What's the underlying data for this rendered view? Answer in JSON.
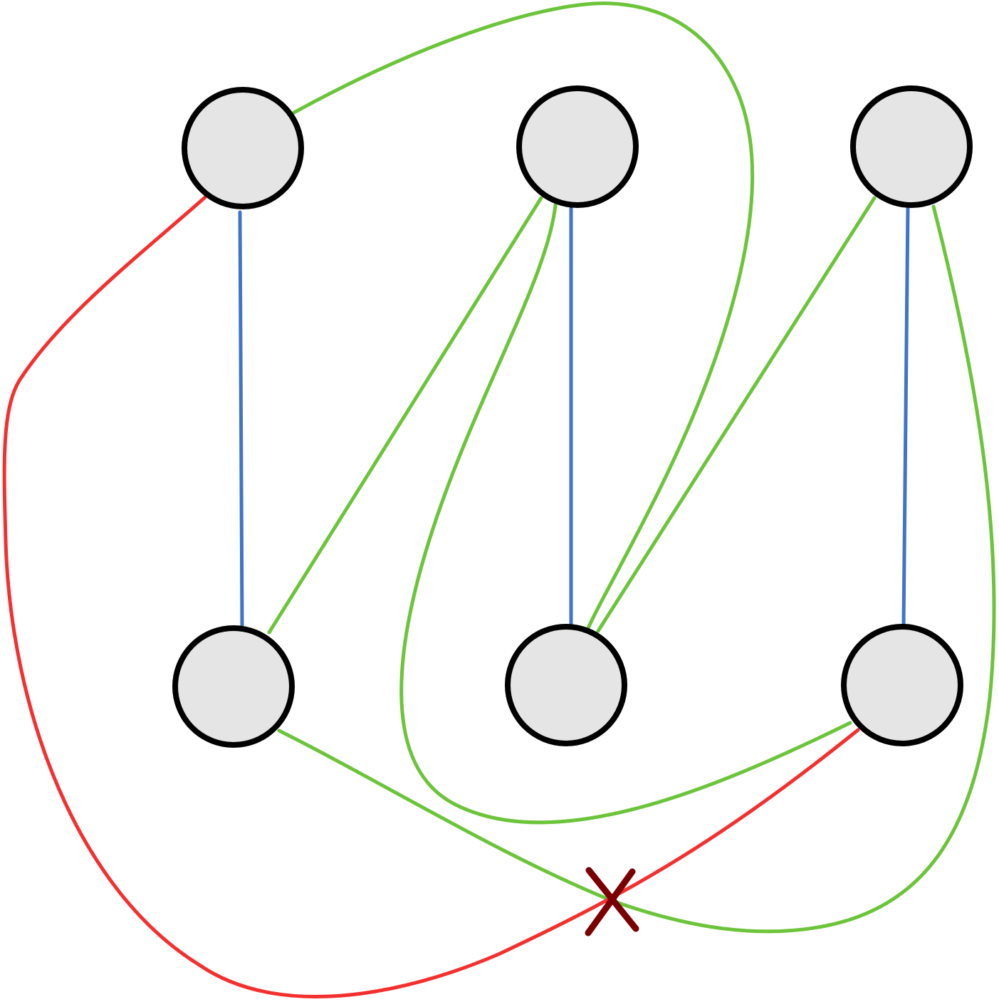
{
  "colors": {
    "background": "#ffffff",
    "node_fill": "#e5e5e5",
    "node_stroke": "#000000",
    "edge_blue": "#3f74c9",
    "edge_green": "#6cc43a",
    "edge_red": "#f3302f",
    "crossing_mark": "#7a0000"
  },
  "graph": {
    "nodes": [
      {
        "id": "top-left"
      },
      {
        "id": "top-middle"
      },
      {
        "id": "top-right"
      },
      {
        "id": "bottom-left"
      },
      {
        "id": "bottom-middle"
      },
      {
        "id": "bottom-right"
      }
    ],
    "edges": [
      {
        "from": "top-left",
        "to": "bottom-left",
        "color": "blue"
      },
      {
        "from": "top-middle",
        "to": "bottom-middle",
        "color": "blue"
      },
      {
        "from": "top-right",
        "to": "bottom-right",
        "color": "blue"
      },
      {
        "from": "top-left",
        "to": "bottom-middle",
        "color": "green"
      },
      {
        "from": "top-middle",
        "to": "bottom-left",
        "color": "green"
      },
      {
        "from": "top-middle",
        "to": "bottom-right",
        "color": "green"
      },
      {
        "from": "top-right",
        "to": "bottom-middle",
        "color": "green"
      },
      {
        "from": "top-right",
        "to": "bottom-left",
        "color": "green"
      },
      {
        "from": "top-left",
        "to": "bottom-right",
        "color": "red"
      }
    ],
    "crossings": 1,
    "crossing_marker": "x-mark"
  }
}
